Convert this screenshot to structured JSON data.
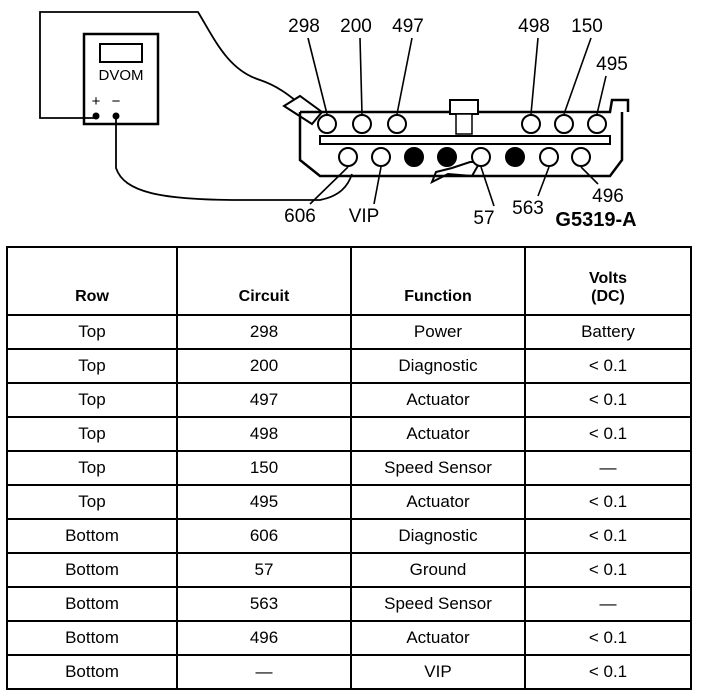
{
  "diagram": {
    "meter": {
      "label": "DVOM",
      "plus": "+",
      "minus": "−"
    },
    "top_pins": [
      {
        "label": "298",
        "filled": false
      },
      {
        "label": "200",
        "filled": false
      },
      {
        "label": "497",
        "filled": false
      },
      {
        "label": "498",
        "filled": false
      },
      {
        "label": "150",
        "filled": false
      },
      {
        "label": "495",
        "filled": false
      }
    ],
    "bottom_pins": [
      {
        "label": "606",
        "filled": false
      },
      {
        "label": "VIP",
        "filled": false
      },
      {
        "label": "",
        "filled": true
      },
      {
        "label": "",
        "filled": true
      },
      {
        "label": "57",
        "filled": false
      },
      {
        "label": "",
        "filled": true
      },
      {
        "label": "563",
        "filled": false
      },
      {
        "label": "496",
        "filled": false
      }
    ],
    "figure_id": "G5319-A"
  },
  "table": {
    "headers": {
      "row": "Row",
      "circuit": "Circuit",
      "function": "Function",
      "volts_line1": "Volts",
      "volts_line2": "(DC)"
    },
    "rows": [
      {
        "row": "Top",
        "circuit": "298",
        "function": "Power",
        "volts": "Battery"
      },
      {
        "row": "Top",
        "circuit": "200",
        "function": "Diagnostic",
        "volts": "< 0.1"
      },
      {
        "row": "Top",
        "circuit": "497",
        "function": "Actuator",
        "volts": "< 0.1"
      },
      {
        "row": "Top",
        "circuit": "498",
        "function": "Actuator",
        "volts": "< 0.1"
      },
      {
        "row": "Top",
        "circuit": "150",
        "function": "Speed Sensor",
        "volts": "—"
      },
      {
        "row": "Top",
        "circuit": "495",
        "function": "Actuator",
        "volts": "< 0.1"
      },
      {
        "row": "Bottom",
        "circuit": "606",
        "function": "Diagnostic",
        "volts": "< 0.1"
      },
      {
        "row": "Bottom",
        "circuit": "57",
        "function": "Ground",
        "volts": "< 0.1"
      },
      {
        "row": "Bottom",
        "circuit": "563",
        "function": "Speed Sensor",
        "volts": "—"
      },
      {
        "row": "Bottom",
        "circuit": "496",
        "function": "Actuator",
        "volts": "< 0.1"
      },
      {
        "row": "Bottom",
        "circuit": "—",
        "function": "VIP",
        "volts": "< 0.1"
      }
    ]
  }
}
